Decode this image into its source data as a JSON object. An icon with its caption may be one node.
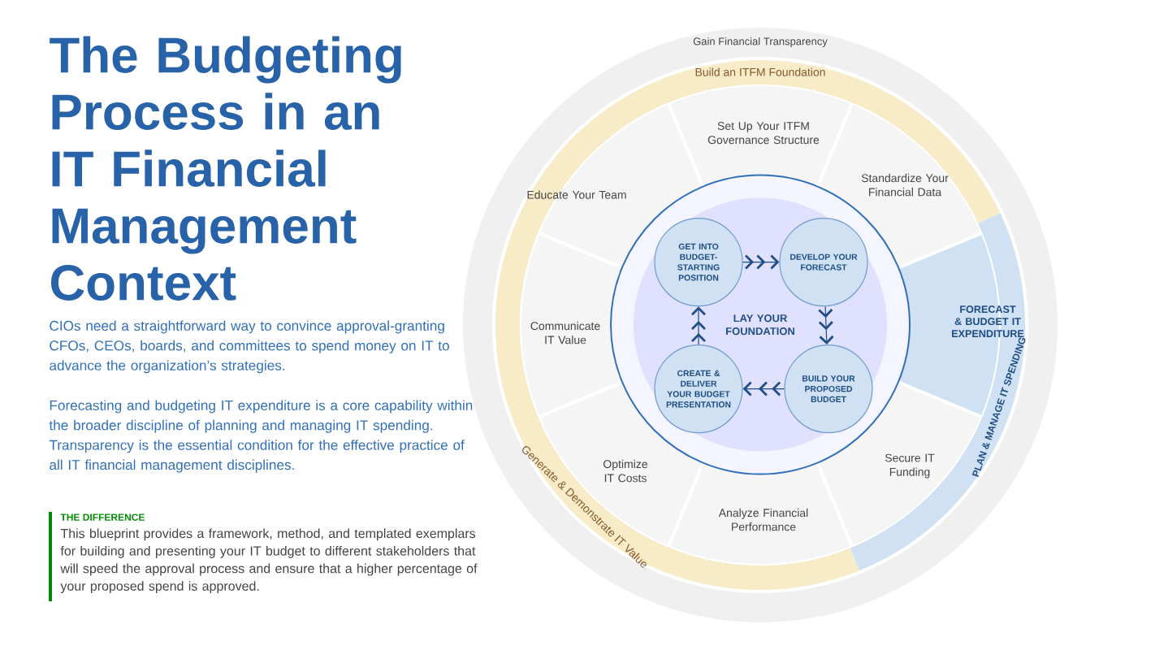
{
  "diagram": {
    "title": "The Budgeting Process in an IT Financial Management Context",
    "nodes": [
      {
        "text": [
          "Gain Financial Transparency"
        ]
      },
      {
        "text": [
          "Build an ITFM Foundation",
          "Generate & Demonstrate IT Value"
        ],
        "in": 0
      },
      {
        "text": [
          "PLAN & MANAGE IT SPENDING"
        ],
        "in": 0
      },
      {
        "text": [
          "Set Up Your ITFM Governance Structure"
        ],
        "in": 0
      },
      {
        "text": [
          "Educate Your Team"
        ],
        "in": 0
      },
      {
        "text": [
          "Standardize Your Financial Data"
        ],
        "in": 0
      },
      {
        "text": [
          "LAY YOUR FOUNDATION"
        ],
        "in": 0
      },
      {
        "text": [
          "GET INTO BUDGET-STARTING POSITION"
        ],
        "in": 6
      },
      {
        "text": [
          "DEVELOP YOUR FORECAST"
        ],
        "in": 6
      },
      {
        "text": [
          "CREATE & DELIVER YOUR BUDGET PRESENTATION"
        ],
        "in": 6
      },
      {
        "text": [
          "BUILD YOUR PROPOSED BUDGET"
        ],
        "in": 6
      },
      {
        "text": [
          "Communicate IT Value"
        ],
        "in": 0
      },
      {
        "text": [
          "FORECAST & BUDGET IT EXPENDITURE"
        ],
        "in": 0
      },
      {
        "text": [
          "Optimize IT Costs"
        ],
        "in": 0
      },
      {
        "text": [
          "Secure IT Funding"
        ],
        "in": 0
      },
      {
        "text": [
          "Analyze Financial Performance"
        ],
        "in": 0
      }
    ],
    "edges": [
      {
        "from": 7,
        "to": 8,
        "arrow": "to"
      },
      {
        "from": 8,
        "to": 10,
        "arrow": "to"
      },
      {
        "from": 10,
        "to": 9,
        "arrow": "to"
      },
      {
        "from": 9,
        "to": 7,
        "arrow": "to"
      }
    ],
    "labels": [
      "CIOs need a straightforward way to convince approval-granting CFOs, CEOs, boards, and committees to spend money on IT to advance the organization’s strategies.",
      "Forecasting and budgeting IT expenditure is a core capability within the broader discipline of planning and managing IT spending. Transparency is the essential condition for the effective practice of all IT financial management disciplines.",
      "THE DIFFERENCE",
      "This blueprint provides a framework, method, and templated exemplars for building and presenting your IT budget to different stakeholders that will speed the approval process and ensure that a higher percentage of your proposed spend is approved."
    ]
  }
}
